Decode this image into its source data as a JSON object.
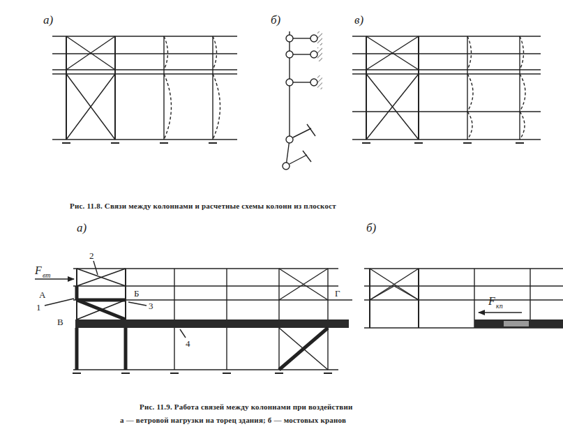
{
  "diagram": {
    "labels": [
      "а)",
      "б)",
      "в)",
      "Рис. 11.8. Связи между колоннами и расчетные схемы колонн из плоскост",
      "а)",
      "2",
      "F",
      "вт",
      "А",
      "Б",
      "1",
      "3",
      "В",
      "4",
      "Г",
      "б)",
      "F",
      "кп",
      "Рис. 11.9. Работа связей между колоннами при воздействии",
      "а — ветровой нагрузки на торец здания; б — мостовых кранов"
    ]
  }
}
